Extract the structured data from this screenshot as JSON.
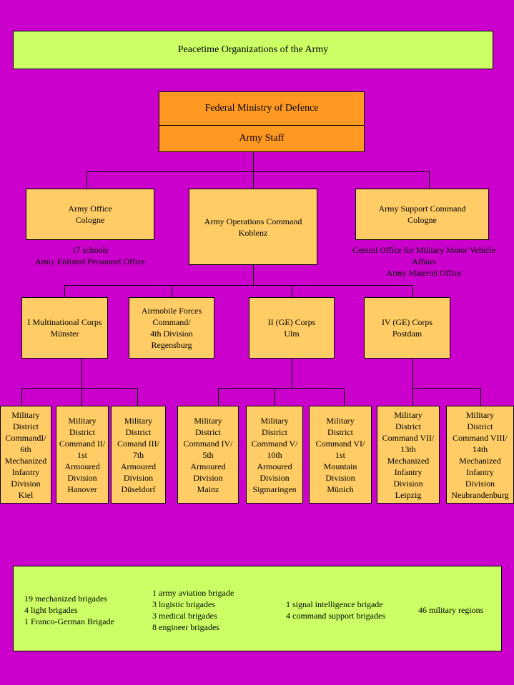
{
  "colors": {
    "background": "#cc00cc",
    "green": "#ccff66",
    "tan": "#ffcc66",
    "orange": "#ff9922"
  },
  "title": "Peacetime Organizations of the Army",
  "ministry": {
    "name": "Federal Ministry of Defence",
    "staff": "Army Staff"
  },
  "level1": {
    "office": "Army Office\nCologne",
    "operations": "Army Operations Command\nKoblenz",
    "support": "Army Support Command\nCologne"
  },
  "notes": {
    "office": "17 schools\nArmy Enlisted Personnel Office",
    "support": "Central Office for Military Motor Vehicle\nAffairs\nArmy Materiel Office"
  },
  "corps": [
    "I Multinational Corps\nMünster",
    "Airmobile Forces\nCommand/\n4th Division\nRegensburg",
    "II (GE) Corps\nUlm",
    "IV (GE) Corps\nPostdam"
  ],
  "districts": [
    "Military\nDistrict\nCommandI/\n6th\nMechanized\nInfantry\nDivision\nKiel",
    "Military\nDistrict\nCommand II/\n1st\nArmoured\nDivision\nHanover",
    "Military\nDistrict\nComand III/\n7th\nArmoured\nDivision\nDüseldorf",
    "Military\nDistrict\nCommand IV/\n5th\nArmoured\nDivision\nMainz",
    "Military\nDistrict\nCommand V/\n10th\nArmoured\nDivision\nSigmaringen",
    "Military\nDistrict\nCommand VI/\n1st\nMountain\nDivision\nMünich",
    "Military\nDistrict\nCommand VII/\n13th\nMechanized\nInfantry\nDivision\nLeipzig",
    "Military\nDistrict\nCommand VIII/\n14th\nMechanized\nInfantry\nDivision\nNeubrandenburg"
  ],
  "summary": {
    "col1": "19 mechanized brigades\n4 light brigades\n1 Franco-German Brigade",
    "col2": "1 army aviation brigade\n3 logistic brigades\n3 medical brigades\n8 engineer brigades",
    "col3": "1 signal intelligence brigade\n4 command support brigades",
    "col4": "46 military regions"
  }
}
